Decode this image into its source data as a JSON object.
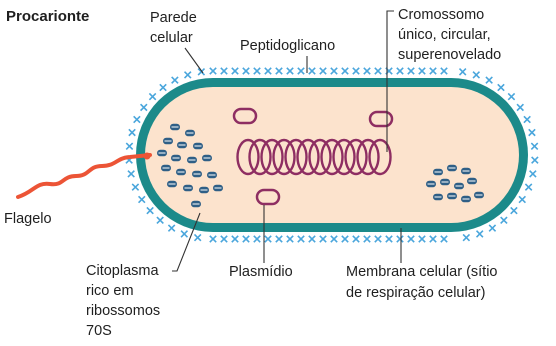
{
  "title": "Procarionte",
  "labels": {
    "cell_wall": [
      "Parede",
      "celular"
    ],
    "peptidoglycan": "Peptidoglicano",
    "chromosome": [
      "Cromossomo",
      "único, circular,",
      "superenovelado"
    ],
    "flagellum": "Flagelo",
    "cytoplasm": [
      "Citoplasma",
      "rico em",
      "ribossomos",
      "70S"
    ],
    "plasmid": "Plasmídio",
    "membrane": [
      "Membrana celular (sítio",
      "de respiração celular)"
    ]
  },
  "colors": {
    "cytoplasm": "#fce3cd",
    "membrane": "#1c8a8a",
    "wall_cross": "#4aa6dc",
    "dna": "#8e2e62",
    "ribosome": "#2f5f86",
    "flagellum": "#ec5436"
  }
}
